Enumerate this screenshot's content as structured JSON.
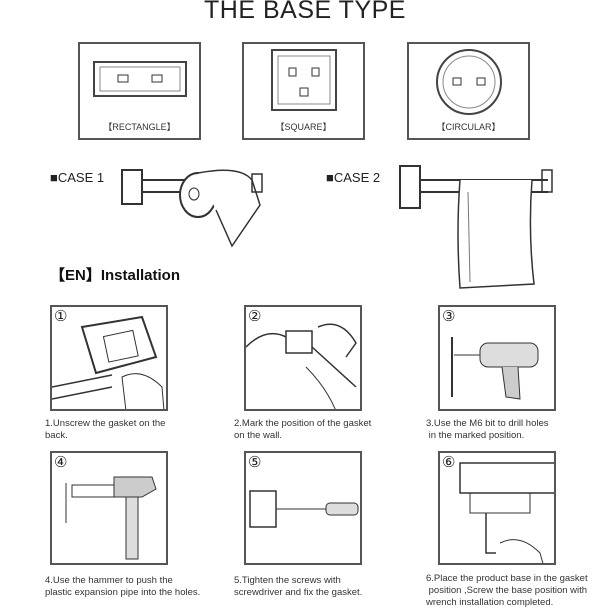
{
  "title": "THE BASE TYPE",
  "base_types": [
    {
      "label": "【RECTANGLE】"
    },
    {
      "label": "【SQUARE】"
    },
    {
      "label": "【CIRCULAR】"
    }
  ],
  "cases": [
    {
      "label": "■CASE 1"
    },
    {
      "label": "■CASE 2"
    }
  ],
  "installation_heading": "【EN】Installation",
  "steps": [
    {
      "number": "①",
      "caption_1": "1.Unscrew the gasket on the",
      "caption_2": "back.",
      "caption_3": ""
    },
    {
      "number": "②",
      "caption_1": "2.Mark the position of the gasket",
      "caption_2": "on the wall.",
      "caption_3": ""
    },
    {
      "number": "③",
      "caption_1": "3.Use the M6 bit to drill holes",
      "caption_2": " in the marked position.",
      "caption_3": ""
    },
    {
      "number": "④",
      "caption_1": "4.Use the hammer to push the",
      "caption_2": "plastic expansion pipe into the holes.",
      "caption_3": ""
    },
    {
      "number": "⑤",
      "caption_1": "5.Tighten the screws with",
      "caption_2": "screwdriver and fix the gasket.",
      "caption_3": ""
    },
    {
      "number": "⑥",
      "caption_1": "6.Place the product base in the gasket",
      "caption_2": " position ,Screw the base position with",
      "caption_3": "wrench installation completed."
    }
  ]
}
